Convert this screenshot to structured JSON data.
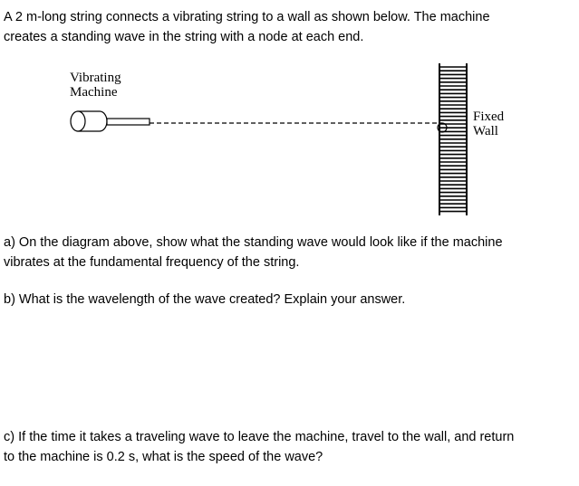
{
  "intro": {
    "line1": "A 2 m-long string connects a vibrating string to a wall as shown below.  The machine",
    "line2": "creates a standing wave in the string with a node at each end."
  },
  "diagram": {
    "machine_label_line1": "Vibrating",
    "machine_label_line2": "Machine",
    "wall_label_line1": "Fixed",
    "wall_label_line2": "Wall"
  },
  "questions": {
    "a_line1": "a) On the diagram above, show what the standing wave would look like if the machine",
    "a_line2": "vibrates at the fundamental frequency of the string.",
    "b_line1": "b) What is the wavelength of the wave created?  Explain your answer.",
    "c_line1": "c) If the time it takes a traveling wave to leave the machine, travel to the wall, and return",
    "c_line2": "to the machine is 0.2 s, what is the speed of the wave?"
  }
}
